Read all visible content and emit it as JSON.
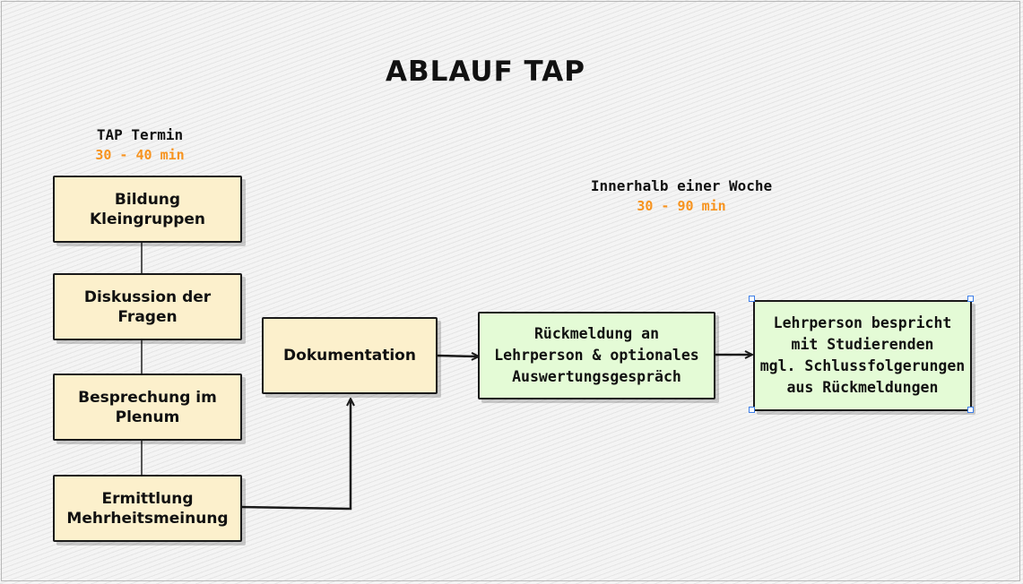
{
  "title": "ABLAUF TAP",
  "tap_termin": {
    "label": "TAP Termin",
    "duration": "30 - 40 min"
  },
  "woche": {
    "label": "Innerhalb einer Woche",
    "duration": "30 - 90 min"
  },
  "steps": {
    "bildung": "Bildung\nKleingruppen",
    "diskussion": "Diskussion der\nFragen",
    "besprechung": "Besprechung im\nPlenum",
    "ermittlung": "Ermittlung\nMehrheitsmeinung",
    "dokumentation": "Dokumentation",
    "rueckmeldung": "Rückmeldung an\nLehrperson & optionales\nAuswertungsgespräch",
    "lehrperson": "Lehrperson bespricht\nmit Studierenden\nmgl. Schlussfolgerungen\naus Rückmeldungen"
  },
  "colors": {
    "accent_orange": "#f7931e",
    "box_yellow": "#fcf0cc",
    "box_green": "#e4fbd6"
  }
}
